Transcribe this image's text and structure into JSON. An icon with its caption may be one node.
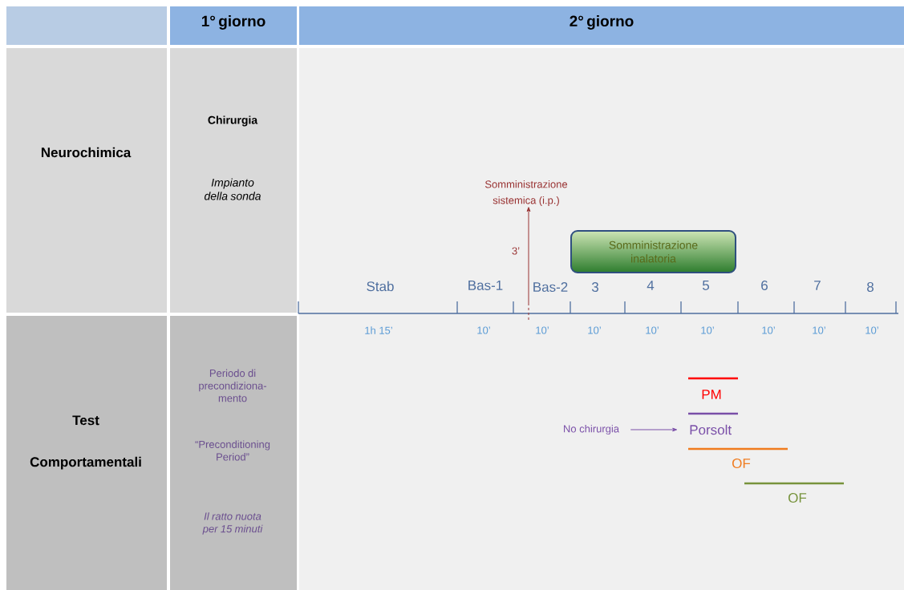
{
  "diagram": {
    "nodes": [
      {
        "text": [],
        "shape": "box"
      },
      {
        "text": [
          "1° giorno"
        ]
      },
      {
        "text": [
          "2° giorno"
        ]
      },
      {
        "text": [
          "Neurochimica"
        ]
      },
      {
        "text": [
          "Chirurgia",
          "Impianto della sonda"
        ]
      },
      {
        "text": [
          "Test Comportamentali"
        ]
      },
      {
        "text": [
          "Periodo di precondiziona-mento",
          "“Preconditioning Period”",
          "Il ratto nuota per 15 minuti"
        ]
      },
      {
        "text": [
          "Somministrazione sistemica (i.p.)"
        ]
      },
      {
        "text": [
          "Somministrazione inalatoria"
        ]
      },
      {
        "text": [
          "No chirurgia"
        ]
      },
      {
        "text": [
          "Porsolt"
        ]
      }
    ],
    "edges": [
      {
        "from": null,
        "to": 7,
        "arrow": "to",
        "label": "3’",
        "color": "#993333"
      },
      {
        "from": 9,
        "to": 10,
        "arrow": "to",
        "color": "#7a4fa8"
      }
    ],
    "labels": [
      "Stab",
      "Bas-1",
      "Bas-2",
      "3",
      "4",
      "5",
      "6",
      "7",
      "8",
      "1h 15’",
      "10’",
      "10’",
      "10’",
      "10’",
      "10’",
      "10’",
      "10’",
      "10’",
      "PM",
      "OF",
      "OF"
    ]
  }
}
